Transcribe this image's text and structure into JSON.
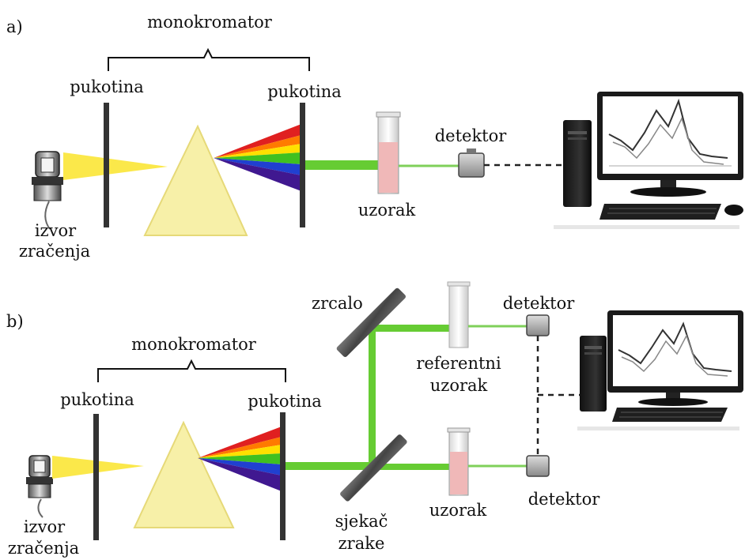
{
  "panel_a": {
    "tag": "a)",
    "monochromator": "monokromator",
    "slit_left": "pukotina",
    "slit_right": "pukotina",
    "detector": "detektor",
    "sample": "uzorak",
    "source_line1": "izvor",
    "source_line2": "zračenja"
  },
  "panel_b": {
    "tag": "b)",
    "monochromator": "monokromator",
    "slit_left": "pukotina",
    "slit_right": "pukotina",
    "mirror": "zrcalo",
    "detector_top": "detektor",
    "reference_line1": "referentni",
    "reference_line2": "uzorak",
    "sample": "uzorak",
    "detector_bottom": "detektor",
    "splitter_line1": "sjekač",
    "splitter_line2": "zrake",
    "source_line1": "izvor",
    "source_line2": "zračenja"
  },
  "colors": {
    "beam_green": "#66cc33",
    "prism_fill": "#f7f0a8",
    "source_beam": "#fbe84a",
    "sample_liquid": "#f0b8b8",
    "slit": "#333333"
  }
}
